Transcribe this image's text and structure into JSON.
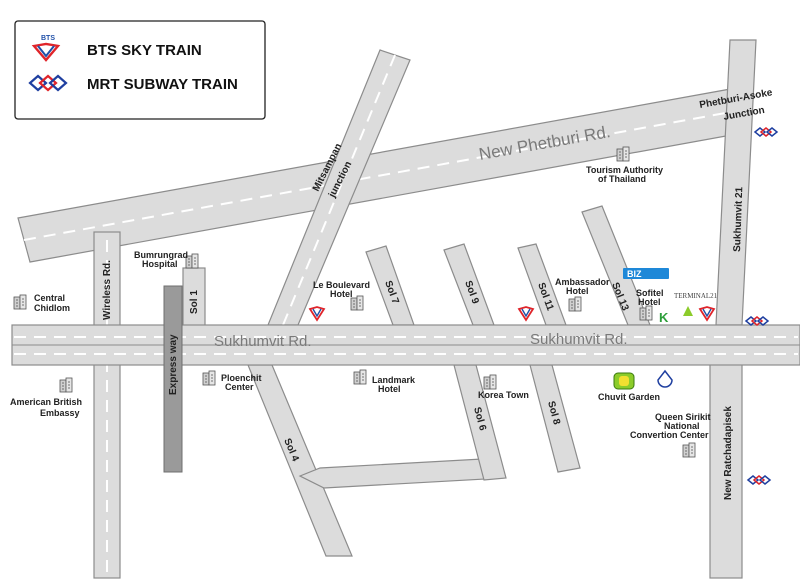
{
  "legend": {
    "bts_label": "BTS SKY TRAIN",
    "bts_logo_text": "BTS",
    "mrt_label": "MRT SUBWAY TRAIN"
  },
  "colors": {
    "road_fill": "#dcdcdc",
    "road_edge": "#8c8c8c",
    "expressway": "#9a9a9a",
    "bts_red": "#e0242a",
    "bts_blue": "#1f4fa8",
    "mrt_red": "#e0242a",
    "mrt_blue": "#1f3fa0",
    "biz_blue": "#1e88d8",
    "chuvit_green": "#8ccc2a"
  },
  "roads": {
    "sukhumvit_main": "Sukhumvit Rd.",
    "sukhumvit_right": "Sukhumvit Rd.",
    "new_phetburi": "New Phetburi Rd.",
    "wireless": "Wireless Rd.",
    "expressway": "Express way",
    "sukhumvit_21": "Sukhumvit 21",
    "new_ratchadapisek": "New Ratchadapisek",
    "mitsampan_line1": "Mitsampan",
    "mitsampan_line2": "junction",
    "phetburi_asoke_line1": "Phetburi-Asoke",
    "phetburi_asoke_line2": "Junction",
    "sol1": "Sol 1",
    "sol4": "Sol 4",
    "sol6": "Sol 6",
    "sol7": "Sol 7",
    "sol8": "Sol 8",
    "sol9": "Sol 9",
    "sol11": "Sol 11",
    "sol13": "Sol 13"
  },
  "places": {
    "central_line1": "Central",
    "central_line2": "Chidlom",
    "american_line1": "American British",
    "american_line2": "Embassy",
    "bumrungrad_line1": "Bumrungrad",
    "bumrungrad_line2": "Hospital",
    "boulevard_line1": "Le Boulevard",
    "boulevard_line2": "Hotel",
    "ploenchit_line1": "Ploenchit",
    "ploenchit_line2": "Center",
    "landmark_line1": "Landmark",
    "landmark_line2": "Hotel",
    "korea_town": "Korea Town",
    "ambassador_line1": "Ambassador",
    "ambassador_line2": "Hotel",
    "sofitel_line1": "Sofitel",
    "sofitel_line2": "Hotel",
    "tat_line1": "Tourism Authority",
    "tat_line2": "of Thailand",
    "chuvit": "Chuvit Garden",
    "qsncc_line1": "Queen Sirikit",
    "qsncc_line2": "National",
    "qsncc_line3": "Convertion Center",
    "terminal21": "TERMINAL21",
    "biz_logo": "BIZ"
  }
}
